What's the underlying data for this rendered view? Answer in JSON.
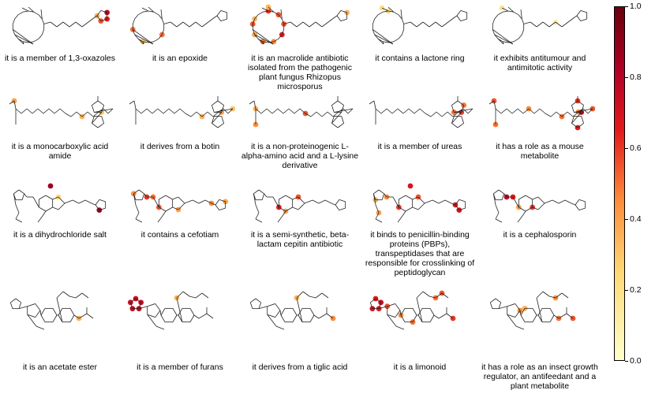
{
  "rows": [
    {
      "molecule": "macrolide-epoxide",
      "cells": [
        {
          "caption": "it is a member of 1,3-oxazoles",
          "highlights": [
            {
              "atom": 31,
              "level": 0.75
            },
            {
              "atom": 32,
              "level": 0.6
            },
            {
              "atom": 33,
              "level": 0.5
            },
            {
              "atom": 29,
              "level": 0.3
            }
          ]
        },
        {
          "caption": "it is an epoxide",
          "highlights": [
            {
              "atom": 6,
              "level": 0.45
            },
            {
              "atom": 13,
              "level": 0.45
            },
            {
              "atom": 10,
              "level": 0.25
            }
          ]
        },
        {
          "caption": "it is an macrolide antibiotic isolated from the pathogenic plant fungus Rhizopus microsporus",
          "highlights": [
            {
              "atom": 0,
              "level": 0.55
            },
            {
              "atom": 2,
              "level": 0.5
            },
            {
              "atom": 4,
              "level": 0.5
            },
            {
              "atom": 6,
              "level": 0.6
            },
            {
              "atom": 8,
              "level": 0.4
            },
            {
              "atom": 10,
              "level": 0.45
            },
            {
              "atom": 12,
              "level": 0.35
            },
            {
              "atom": 14,
              "level": 0.5
            },
            {
              "atom": 15,
              "level": 0.3
            },
            {
              "atom": 19,
              "level": 0.3
            },
            {
              "atom": 31,
              "level": 0.3
            }
          ]
        },
        {
          "caption": "it contains a lactone ring",
          "highlights": [
            {
              "atom": 0,
              "level": 0.2
            },
            {
              "atom": 18,
              "level": 0.15
            }
          ]
        },
        {
          "caption": "it exhibits antitumour and antimitotic activity",
          "highlights": [
            {
              "atom": 18,
              "level": 0.12
            },
            {
              "atom": 25,
              "level": 0.1
            }
          ]
        }
      ]
    },
    {
      "molecule": "biotin-lysine",
      "cells": [
        {
          "caption": "it is a monocarboxylic acid amide",
          "highlights": [
            {
              "atom": 1,
              "level": 0.35
            },
            {
              "atom": 15,
              "level": 0.3
            },
            {
              "atom": 24,
              "level": 0.25
            }
          ]
        },
        {
          "caption": "it derives from a botin",
          "highlights": [
            {
              "atom": 15,
              "level": 0.3
            },
            {
              "atom": 21,
              "level": 0.25
            },
            {
              "atom": 24,
              "level": 0.35
            }
          ]
        },
        {
          "caption": "it is a non-proteinogenic L-alpha-amino acid and a L-lysine derivative",
          "highlights": [
            {
              "atom": 11,
              "level": 0.5
            },
            {
              "atom": 12,
              "level": 0.4
            },
            {
              "atom": 2,
              "level": 0.3
            }
          ]
        },
        {
          "caption": "it is a member of ureas",
          "highlights": [
            {
              "atom": 23,
              "level": 0.45
            },
            {
              "atom": 24,
              "level": 0.55
            },
            {
              "atom": 25,
              "level": 0.45
            }
          ]
        },
        {
          "caption": "it has a role as a mouse metabolite",
          "highlights": [
            {
              "atom": 1,
              "level": 0.5
            },
            {
              "atom": 8,
              "level": 0.4
            },
            {
              "atom": 12,
              "level": 0.45
            },
            {
              "atom": 15,
              "level": 0.45
            },
            {
              "atom": 18,
              "level": 0.4
            },
            {
              "atom": 21,
              "level": 0.5
            },
            {
              "atom": 24,
              "level": 0.75
            },
            {
              "atom": 27,
              "level": 0.6
            },
            {
              "atom": 22,
              "level": 0.55
            }
          ]
        }
      ]
    },
    {
      "molecule": "cefotiam",
      "cells": [
        {
          "caption": "it is a dihydrochloride salt",
          "highlights": [
            {
              "atom": 30,
              "level": 0.85
            },
            {
              "atom": 31,
              "level": 0.85
            },
            {
              "atom": 17,
              "level": 0.2
            }
          ]
        },
        {
          "caption": "it contains a cefotiam",
          "highlights": [
            {
              "atom": 4,
              "level": 0.4
            },
            {
              "atom": 10,
              "level": 0.45
            },
            {
              "atom": 15,
              "level": 0.5
            },
            {
              "atom": 18,
              "level": 0.35
            },
            {
              "atom": 25,
              "level": 0.4
            },
            {
              "atom": 28,
              "level": 0.35
            },
            {
              "atom": 9,
              "level": 0.55
            }
          ]
        },
        {
          "caption": "it is a semi-synthetic, beta-lactam cepitin antibiotic",
          "highlights": [
            {
              "atom": 15,
              "level": 0.6
            },
            {
              "atom": 17,
              "level": 0.5
            },
            {
              "atom": 14,
              "level": 0.35
            }
          ]
        },
        {
          "caption": "it binds to penicillin-binding proteins (PBPs), transpeptidases that are responsible for crosslinking of peptidoglycan",
          "highlights": [
            {
              "atom": 30,
              "level": 0.65
            },
            {
              "atom": 31,
              "level": 0.65
            },
            {
              "atom": 15,
              "level": 0.55
            },
            {
              "atom": 17,
              "level": 0.5
            },
            {
              "atom": 26,
              "level": 0.6
            },
            {
              "atom": 6,
              "level": 0.35
            },
            {
              "atom": 9,
              "level": 0.4
            },
            {
              "atom": 3,
              "level": 0.3
            }
          ]
        },
        {
          "caption": "it is a cephalosporin",
          "highlights": [
            {
              "atom": 13,
              "level": 0.55
            },
            {
              "atom": 10,
              "level": 0.6
            },
            {
              "atom": 9,
              "level": 0.75
            },
            {
              "atom": 15,
              "level": 0.35
            }
          ]
        }
      ]
    },
    {
      "molecule": "limonoid",
      "cells": [
        {
          "caption": "it is an acetate ester",
          "highlights": [
            {
              "atom": 25,
              "level": 0.3
            }
          ]
        },
        {
          "caption": "it is a member of furans",
          "highlights": [
            {
              "atom": 0,
              "level": 0.7
            },
            {
              "atom": 1,
              "level": 0.7
            },
            {
              "atom": 2,
              "level": 0.7
            },
            {
              "atom": 3,
              "level": 0.7
            },
            {
              "atom": 4,
              "level": 0.7
            },
            {
              "atom": 22,
              "level": 0.3
            }
          ]
        },
        {
          "caption": "it derives from a tiglic acid",
          "highlights": [
            {
              "atom": 27,
              "level": 0.4
            },
            {
              "atom": 22,
              "level": 0.3
            }
          ]
        },
        {
          "caption": "it is a limonoid",
          "highlights": [
            {
              "atom": 0,
              "level": 0.6
            },
            {
              "atom": 1,
              "level": 0.7
            },
            {
              "atom": 2,
              "level": 0.6
            },
            {
              "atom": 3,
              "level": 0.65
            },
            {
              "atom": 8,
              "level": 0.5
            },
            {
              "atom": 11,
              "level": 0.45
            },
            {
              "atom": 13,
              "level": 0.4
            },
            {
              "atom": 27,
              "level": 0.55
            },
            {
              "atom": 29,
              "level": 0.45
            },
            {
              "atom": 30,
              "level": 0.5
            }
          ]
        },
        {
          "caption": "it has a role as an insect growth regulator, an antifeedant and a plant metabolite",
          "highlights": [
            {
              "atom": 27,
              "level": 0.5
            },
            {
              "atom": 29,
              "level": 0.4
            },
            {
              "atom": 5,
              "level": 0.4
            },
            {
              "atom": 25,
              "level": 0.45
            },
            {
              "atom": 14,
              "level": 0.3
            }
          ]
        }
      ]
    }
  ],
  "colorbar": {
    "min": 0.0,
    "max": 1.0,
    "ticks": [
      "0.0",
      "0.2",
      "0.4",
      "0.6",
      "0.8",
      "1.0"
    ],
    "colors": [
      "#ffffcc",
      "#fed976",
      "#fd8d3c",
      "#e31a1c",
      "#b10026",
      "#67000d"
    ]
  }
}
